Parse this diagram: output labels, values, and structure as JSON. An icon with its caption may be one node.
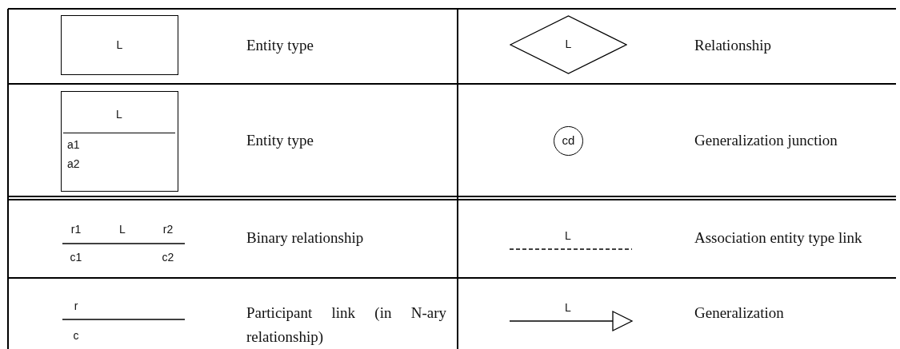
{
  "diagram": {
    "nodes": [
      {
        "text": [
          "L"
        ]
      },
      {
        "text": [
          "L"
        ]
      },
      {
        "text": [
          "L",
          "a1",
          "a2"
        ]
      },
      {
        "text": [
          "cd"
        ]
      }
    ],
    "edges": [],
    "labels": [
      "Entity type",
      "Relationship",
      "Entity type",
      "Generalization junction",
      "r1",
      "L",
      "r2",
      "c1",
      "c2",
      "Binary relationship",
      "L",
      "Association entity type link",
      "r",
      "c",
      "Participant link (in N-ary relationship)",
      "L",
      "Generalization"
    ]
  }
}
